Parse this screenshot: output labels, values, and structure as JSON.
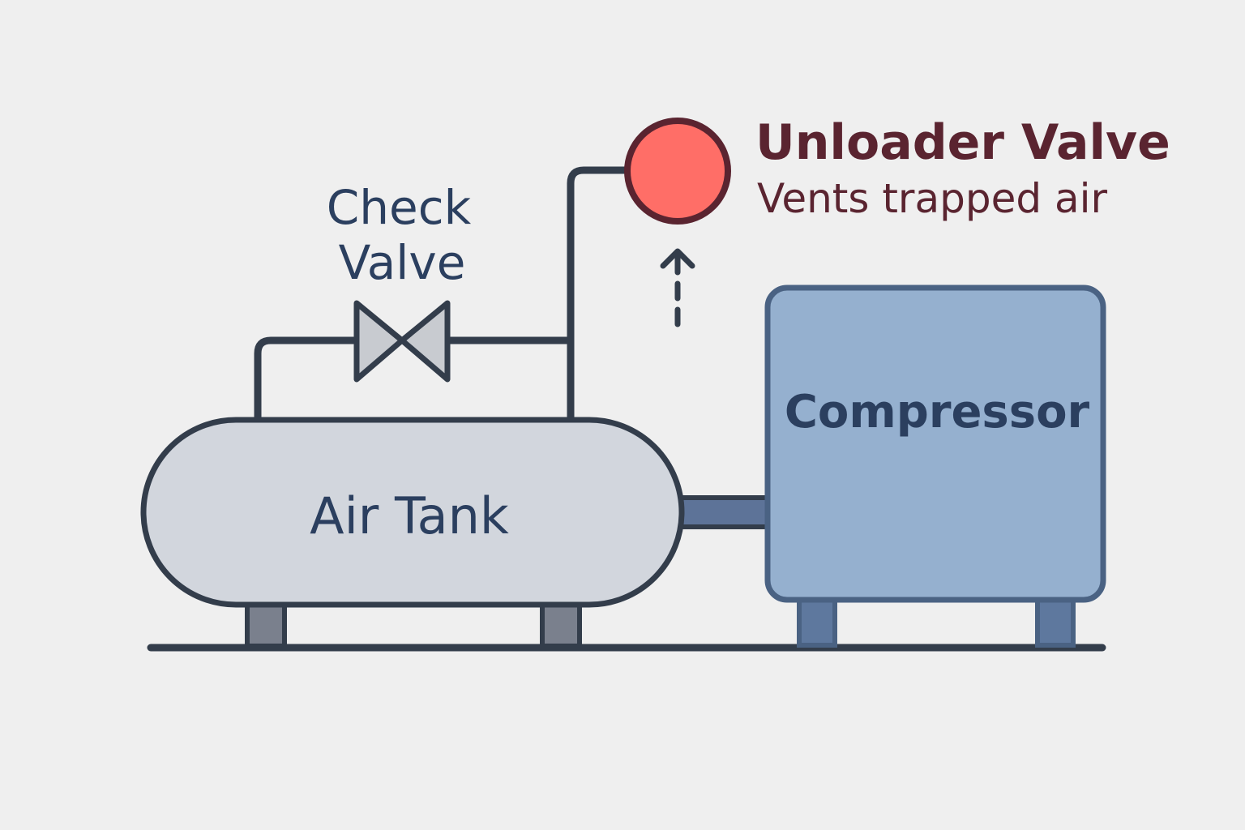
{
  "colors": {
    "background": "#efefef",
    "outline": "#333d4b",
    "tank_fill": "#d2d6dd",
    "tank_legs": "#7a808d",
    "compressor_fill": "#95b0cf",
    "compressor_outline": "#4a6283",
    "compressor_legs": "#5e789e",
    "connector_pipe": "#5d7398",
    "unloader_fill": "#ff6e67",
    "unloader_outline": "#5a2430",
    "dark_blue_text": "#2b3f5f",
    "maroon_text": "#5a2430",
    "check_valve_fill": "#c8cbd0"
  },
  "labels": {
    "check_valve_line1": "Check",
    "check_valve_line2": "Valve",
    "unloader_title": "Unloader Valve",
    "unloader_subtitle": "Vents trapped air",
    "compressor": "Compressor",
    "air_tank": "Air Tank"
  },
  "icons": {
    "check_valve": "bowtie-valve-icon",
    "unloader_valve": "circle-valve-icon",
    "flow_arrow": "dashed-up-arrow-icon"
  }
}
